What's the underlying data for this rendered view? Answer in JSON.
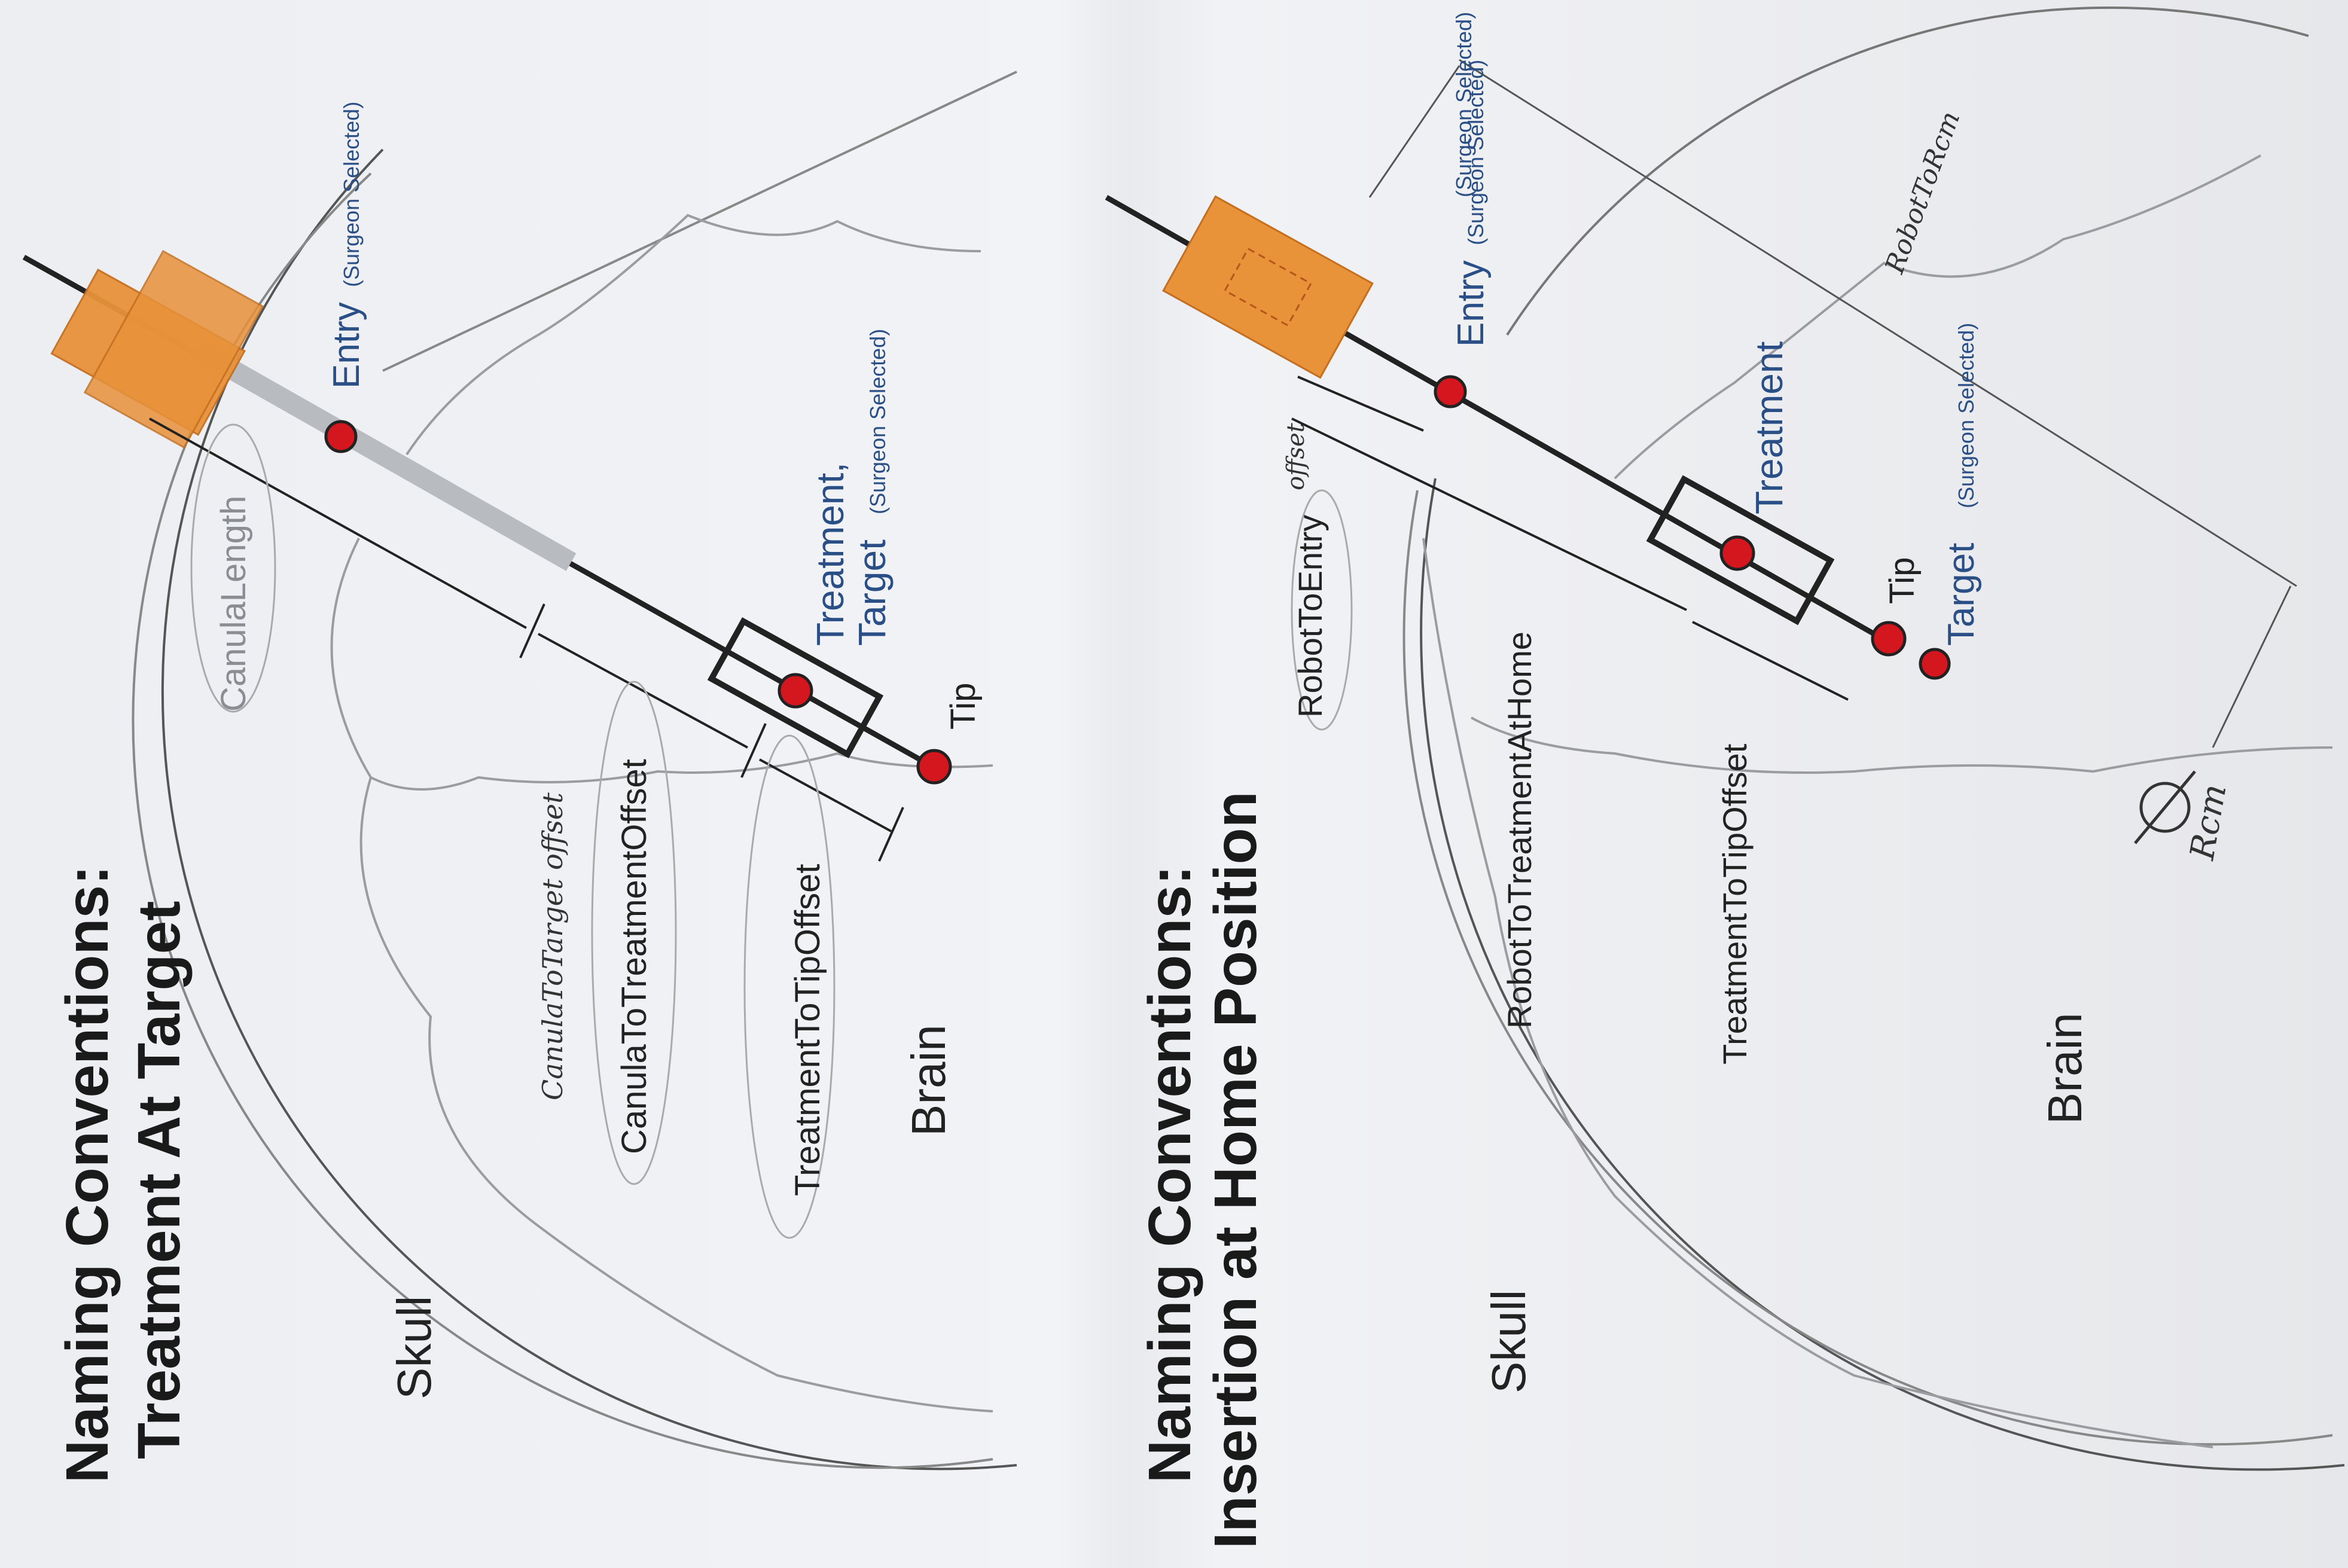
{
  "panel1": {
    "title_line1": "Naming Conventions:",
    "title_line2": "Treatment At Target",
    "skull": "Skull",
    "brain": "Brain",
    "entry": "Entry",
    "entry_note": "(Surgeon Selected)",
    "treatment": "Treatment,",
    "target": "Target",
    "target_note": "(Surgeon Selected)",
    "tip": "Tip",
    "canula_length": "CanulaLength",
    "canula_to_treatment_offset": "CanulaToTreatmentOffset",
    "treatment_to_tip_offset": "TreatmentToTipOffset",
    "handwritten": "CanulaToTarget offset"
  },
  "panel2": {
    "title_line1": "Naming Conventions:",
    "title_line2": "Insertion at Home Position",
    "skull": "Skull",
    "brain": "Brain",
    "entry": "Entry",
    "entry_note": "(Surgeon Selected)",
    "treatment": "Treatment",
    "target": "Target",
    "target_note": "(Surgeon Selected)",
    "tip": "Tip",
    "robot_to_entry": "RobotToEntry",
    "robot_to_entry_hand": "offset",
    "robot_to_treatment_at_home": "RobotToTreatmentAtHome",
    "treatment_to_tip_offset": "TreatmentToTipOffset",
    "hand_robot_to_rcm": "RobotToRcm",
    "hand_rcm": "Rcm",
    "hand_top": "(Surgeon Selected)"
  },
  "colors": {
    "robot_block": "#e8923a",
    "marker": "#d4171e",
    "blue_text": "#2a4f86"
  }
}
